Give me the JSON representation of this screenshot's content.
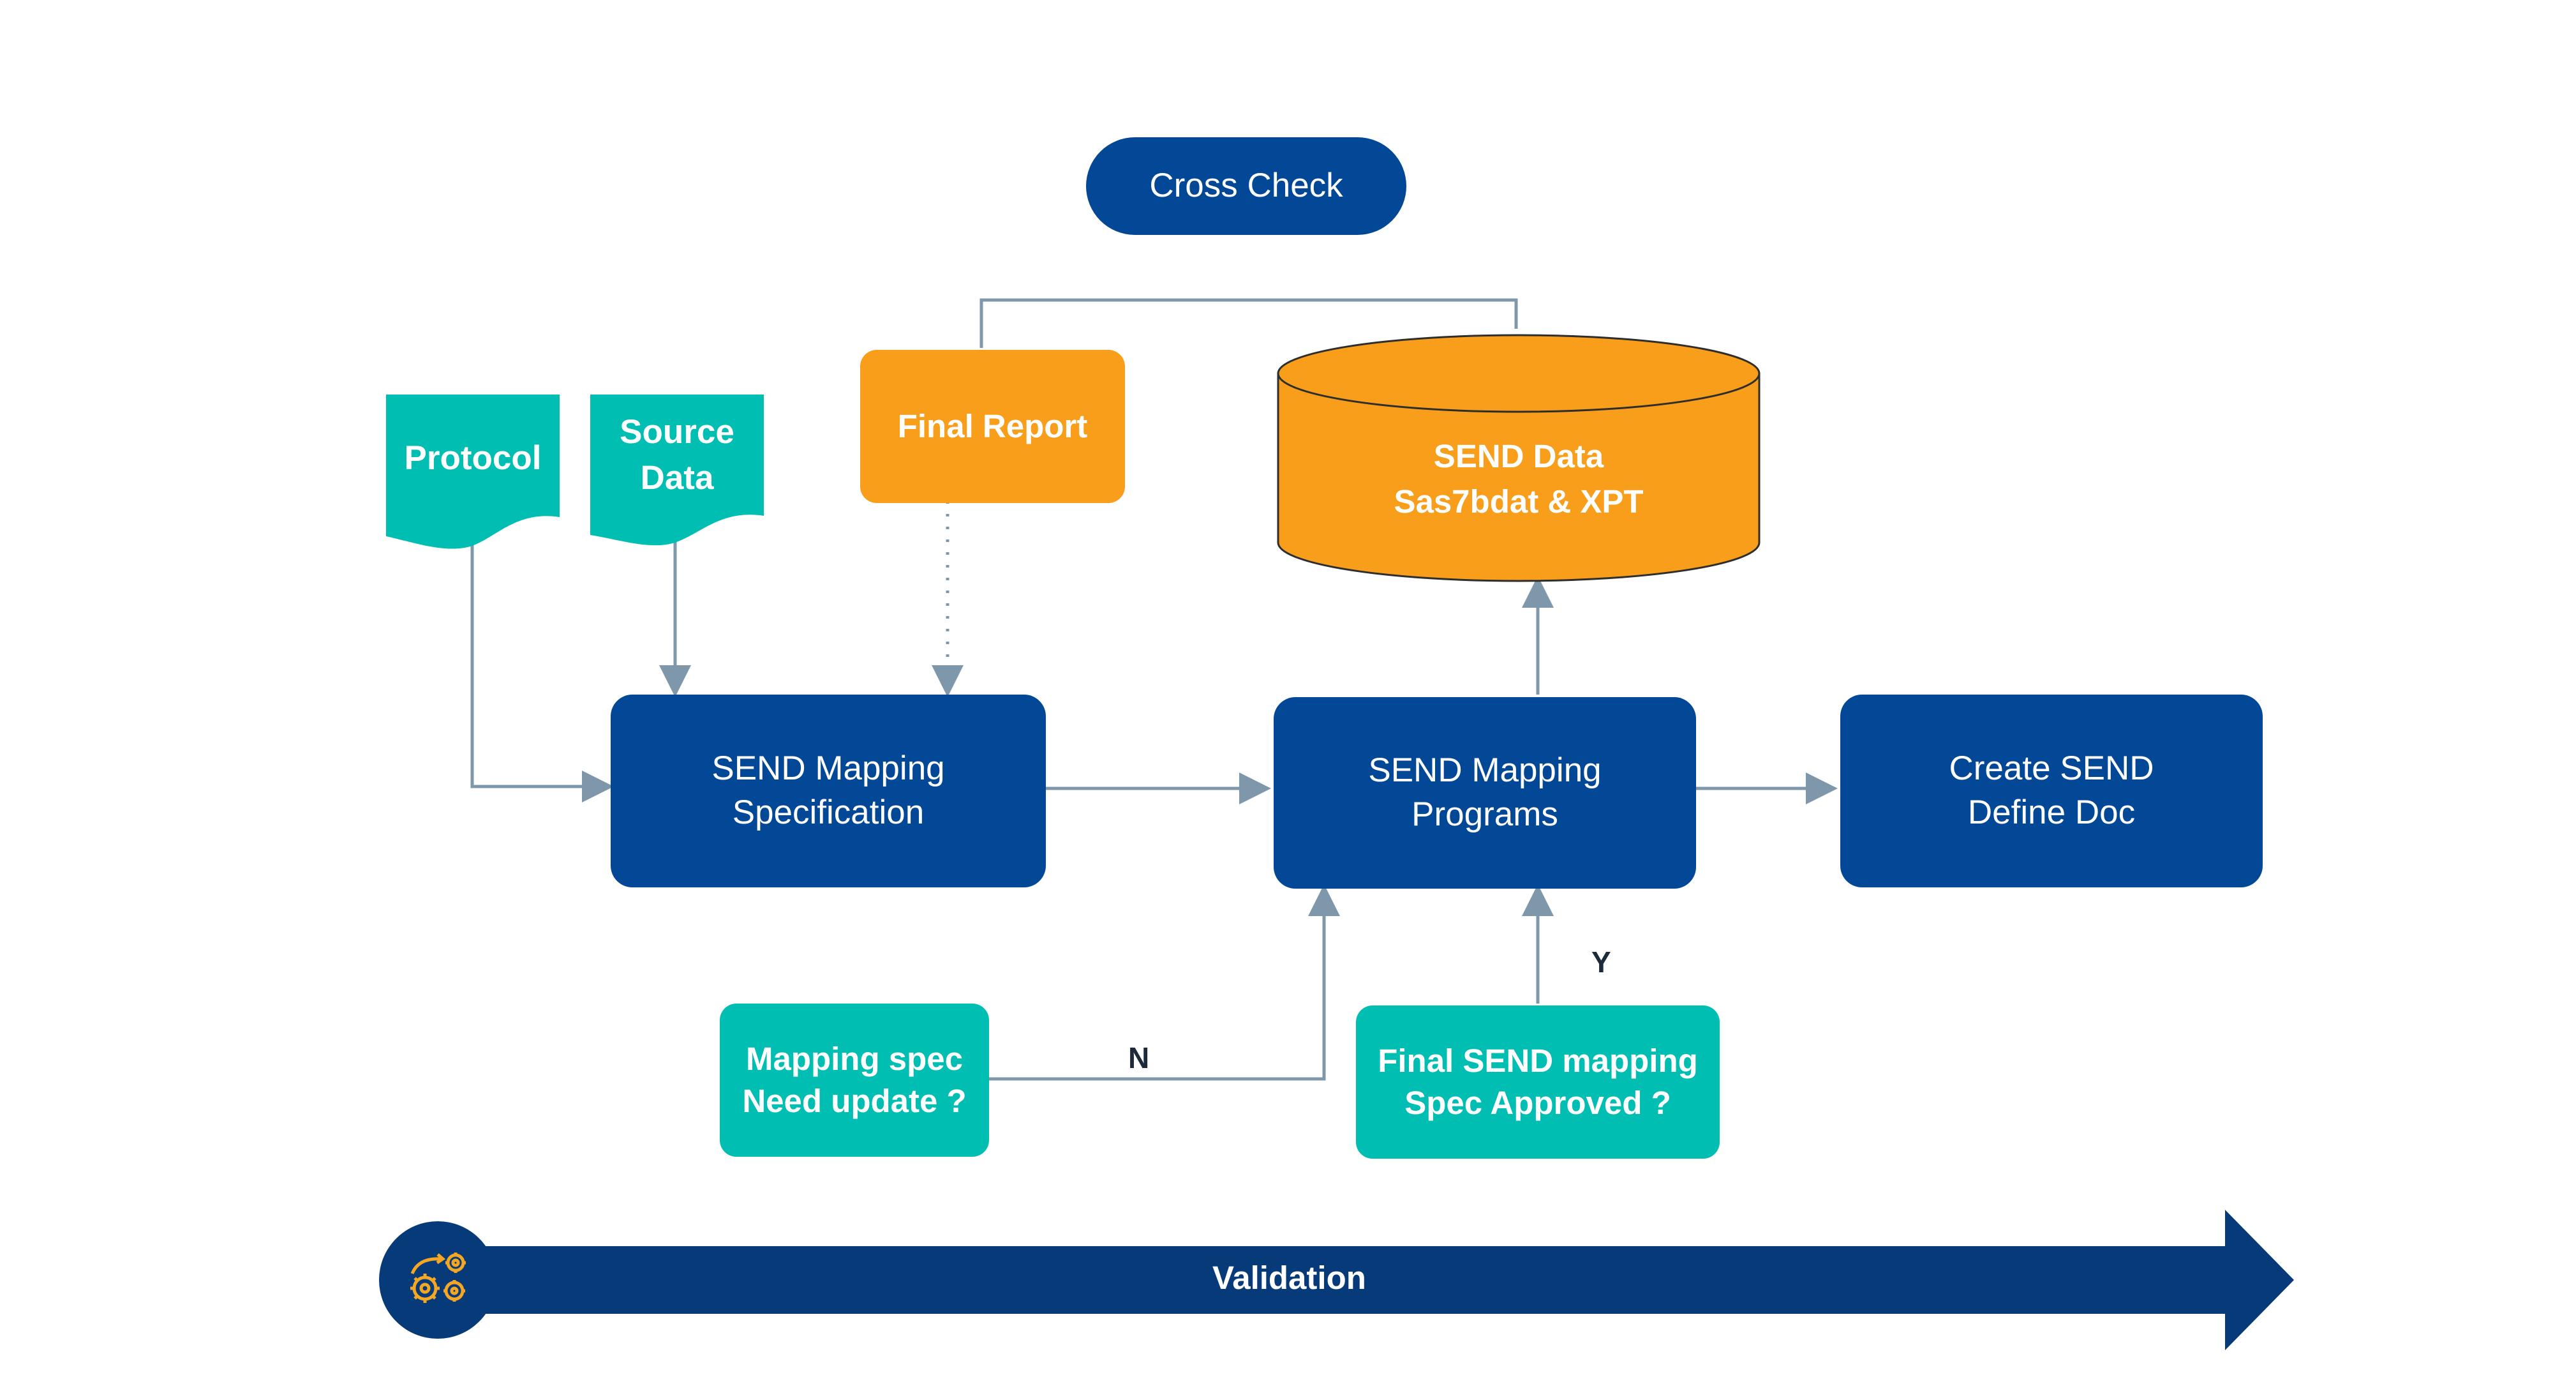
{
  "nodes": {
    "cross_check": "Cross Check",
    "protocol": "Protocol",
    "source_data": "Source\nData",
    "final_report": "Final Report",
    "send_data": "SEND Data\nSas7bdat & XPT",
    "mapping_spec": "SEND Mapping\nSpecification",
    "mapping_programs": "SEND Mapping\nPrograms",
    "define_doc": "Create SEND\nDefine Doc",
    "spec_update": "Mapping spec\nNeed update ?",
    "spec_approved": "Final SEND mapping\nSpec Approved ?"
  },
  "edge_labels": {
    "no": "N",
    "yes": "Y"
  },
  "validation_bar": {
    "label": "Validation"
  },
  "icons": {
    "validation": "gears-icon"
  },
  "colors": {
    "navy": "#034797",
    "teal": "#00bfb2",
    "orange": "#f89e1b",
    "connector": "#7f97ab",
    "banner": "#063a78"
  }
}
